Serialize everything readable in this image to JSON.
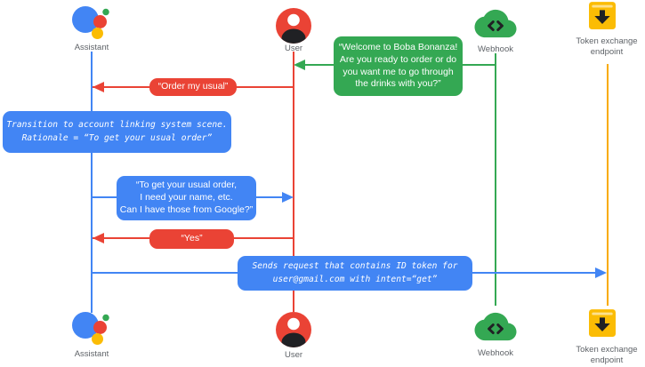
{
  "actors": {
    "assistant": {
      "label": "Assistant"
    },
    "user": {
      "label": "User"
    },
    "webhook": {
      "label": "Webhook"
    },
    "token_endpoint": {
      "label_line1": "Token exchange",
      "label_line2": "endpoint"
    }
  },
  "messages": {
    "welcome": {
      "from": "webhook",
      "to": "user",
      "lines": [
        "“Welcome to Boba Bonanza!",
        "Are you ready to order or do",
        "you want me to go through",
        "the drinks with you?”"
      ]
    },
    "order": {
      "from": "user",
      "to": "assistant",
      "text": "“Order my usual”"
    },
    "transition_note": {
      "lines": [
        "Transition to account linking system scene.",
        "Rationale = “To get your usual order”"
      ]
    },
    "ask": {
      "from": "assistant",
      "to": "user",
      "lines": [
        "“To get your usual order,",
        "I need your name, etc.",
        "Can I have those from Google?”"
      ]
    },
    "yes": {
      "from": "user",
      "to": "assistant",
      "text": "“Yes”"
    },
    "sends_request": {
      "from": "assistant",
      "to": "token_endpoint",
      "lines": [
        "Sends request that contains ID token for",
        "user@gmail.com with intent=“get”"
      ]
    }
  },
  "colors": {
    "assistant_blue": "#4285f4",
    "user_red": "#ea4335",
    "webhook_green": "#34a853",
    "token_yellow": "#fbbc04",
    "token_line_yellow": "#f9ab00",
    "label_gray": "#5f6368"
  }
}
